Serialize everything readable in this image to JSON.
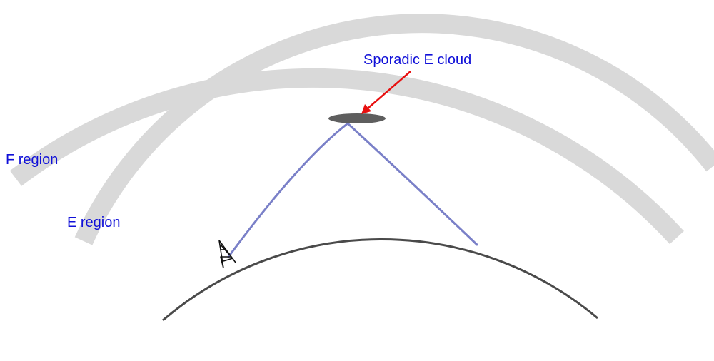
{
  "labels": {
    "f_region": "F region",
    "e_region": "E region",
    "cloud": "Sporadic E cloud"
  },
  "colors": {
    "region_band": "#d9d9d9",
    "earth": "#4a4a4a",
    "signal_path": "#7a80c8",
    "cloud": "#5e5e5e",
    "arrow": "#e81010",
    "label_text": "#1010d8",
    "tower": "#111111"
  },
  "icons": {
    "tower": "radio-tower-icon",
    "arrow": "arrow-icon"
  }
}
